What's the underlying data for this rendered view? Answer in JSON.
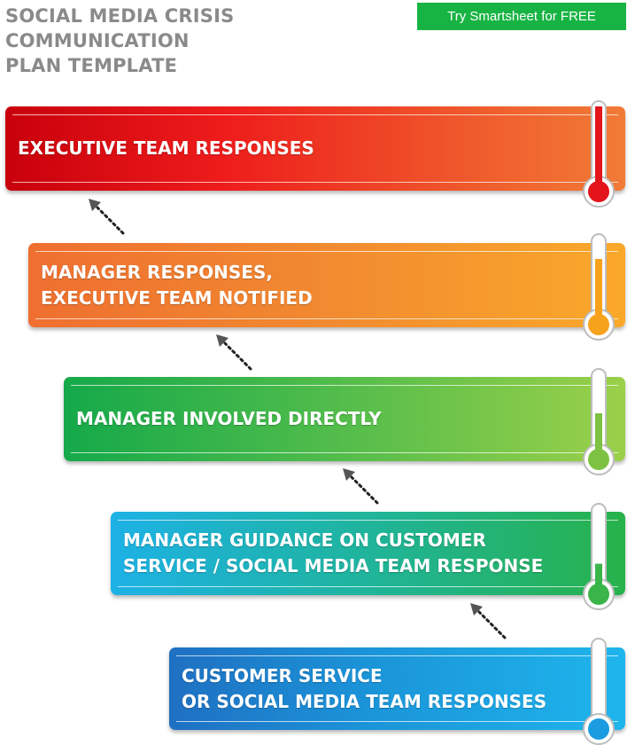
{
  "header": {
    "title_line1": "SOCIAL MEDIA CRISIS COMMUNICATION",
    "title_line2": "PLAN TEMPLATE",
    "cta_label": "Try Smartsheet for FREE"
  },
  "levels": [
    {
      "lines": [
        "EXECUTIVE TEAM RESPONSES"
      ],
      "color": "#e3141c",
      "fill": 1.0
    },
    {
      "lines": [
        "MANAGER RESPONSES,",
        "EXECUTIVE TEAM NOTIFIED"
      ],
      "color": "#f7a21c",
      "fill": 0.75
    },
    {
      "lines": [
        "MANAGER INVOLVED DIRECTLY"
      ],
      "color": "#7dc242",
      "fill": 0.5
    },
    {
      "lines": [
        "MANAGER GUIDANCE ON CUSTOMER",
        "SERVICE / SOCIAL MEDIA TEAM RESPONSE"
      ],
      "color": "#3ab54a",
      "fill": 0.3
    },
    {
      "lines": [
        "CUSTOMER SERVICE",
        "OR SOCIAL MEDIA TEAM RESPONSES"
      ],
      "color": "#1b9ce0",
      "fill": 0.0
    }
  ],
  "icons": {
    "thermometer": "thermometer-icon",
    "escalation_arrow": "dotted-arrow-up-left-icon"
  }
}
